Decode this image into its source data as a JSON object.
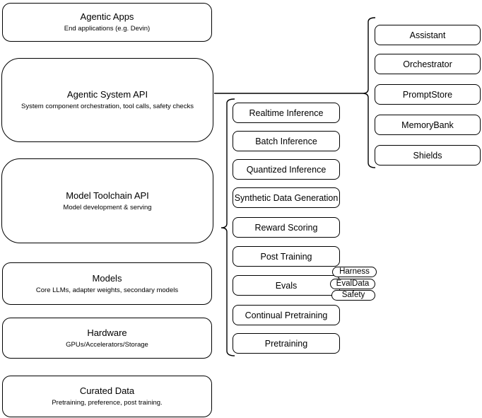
{
  "stack_layers": [
    {
      "title": "Agentic Apps",
      "subtitle": "End applications (e.g. Devin)"
    },
    {
      "title": "Agentic System API",
      "subtitle": "System component orchestration, tool calls, safety checks"
    },
    {
      "title": "Model Toolchain API",
      "subtitle": "Model development & serving"
    },
    {
      "title": "Models",
      "subtitle": "Core LLMs, adapter weights, secondary models"
    },
    {
      "title": "Hardware",
      "subtitle": "GPUs/Accelerators/Storage"
    },
    {
      "title": "Curated Data",
      "subtitle": "Pretraining, preference, post training."
    }
  ],
  "toolchain_services": [
    "Realtime Inference",
    "Batch Inference",
    "Quantized Inference",
    "Synthetic Data Generation",
    "Reward Scoring",
    "Post Training",
    "Evals",
    "Continual Pretraining",
    "Pretraining"
  ],
  "eval_tags": [
    "Harness",
    "EvalData",
    "Safety"
  ],
  "agentic_components": [
    "Assistant",
    "Orchestrator",
    "PromptStore",
    "MemoryBank",
    "Shields"
  ],
  "colors": {
    "stroke": "#000000",
    "fill": "#ffffff",
    "text": "#000000"
  }
}
